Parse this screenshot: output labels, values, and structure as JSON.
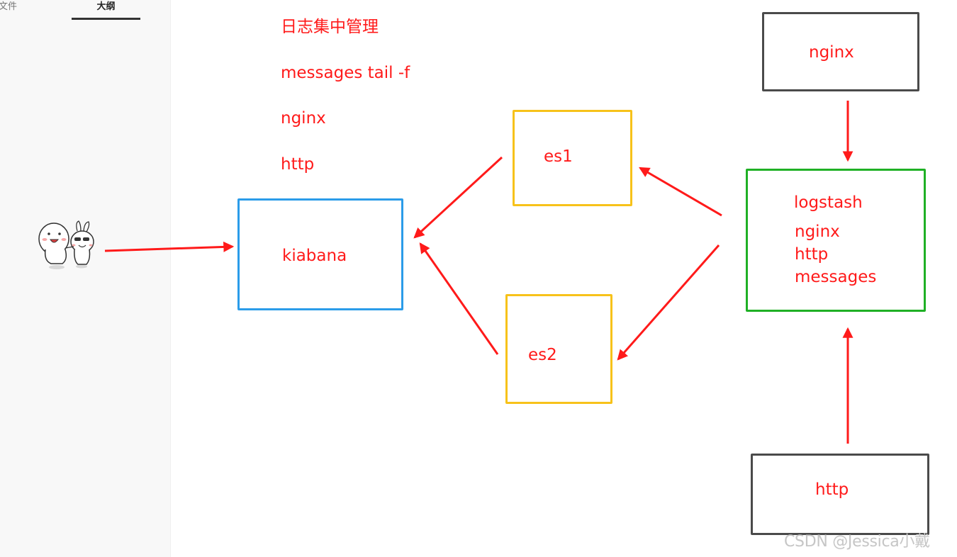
{
  "sidebar": {
    "tabs": [
      {
        "label": "文件"
      },
      {
        "label": "大纲"
      }
    ]
  },
  "notes": [
    "日志集中管理",
    "messages tail -f",
    "nginx",
    "http"
  ],
  "nodes": {
    "kibana": {
      "label": "kiabana",
      "color": "#2b9ce9"
    },
    "es1": {
      "label": "es1",
      "color": "#f7c21a"
    },
    "es2": {
      "label": "es2",
      "color": "#f7c21a"
    },
    "logstash": {
      "lines": [
        "logstash",
        "nginx",
        "http",
        "messages"
      ],
      "color": "#1fb025"
    },
    "nginx": {
      "label": "nginx",
      "color": "#4a4a4a"
    },
    "http": {
      "label": "http",
      "color": "#4a4a4a"
    }
  },
  "colors": {
    "arrow": "#ff1a1a",
    "text": "#ff1a1a"
  },
  "icons": {
    "user": "cartoon-characters-icon"
  },
  "watermark": "CSDN @Jessica小戴"
}
